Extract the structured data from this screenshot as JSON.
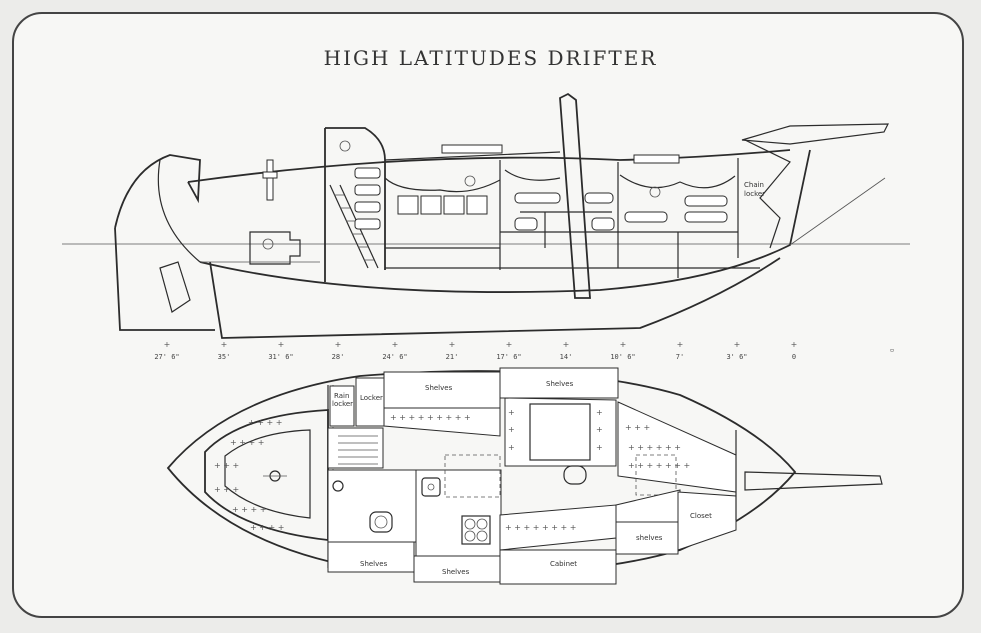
{
  "title": "HIGH LATITUDES DRIFTER",
  "profile_labels": {
    "chain_locker_line1": "Chain",
    "chain_locker_line2": "locker"
  },
  "scale_marks": [
    "27' 6\"",
    "35'",
    "31' 6\"",
    "28'",
    "24' 6\"",
    "21'",
    "17' 6\"",
    "14'",
    "10' 6\"",
    "7'",
    "3' 6\"",
    "0"
  ],
  "plan_labels": {
    "rain_locker_line1": "Rain",
    "rain_locker_line2": "locker",
    "locker": "Locker",
    "shelves_top_1": "Shelves",
    "shelves_top_2": "Shelves",
    "closet": "Closet",
    "shelves_right": "shelves",
    "shelves_bottom_1": "Shelves",
    "shelves_bottom_2": "Shelves",
    "cabinet": "Cabinet"
  }
}
